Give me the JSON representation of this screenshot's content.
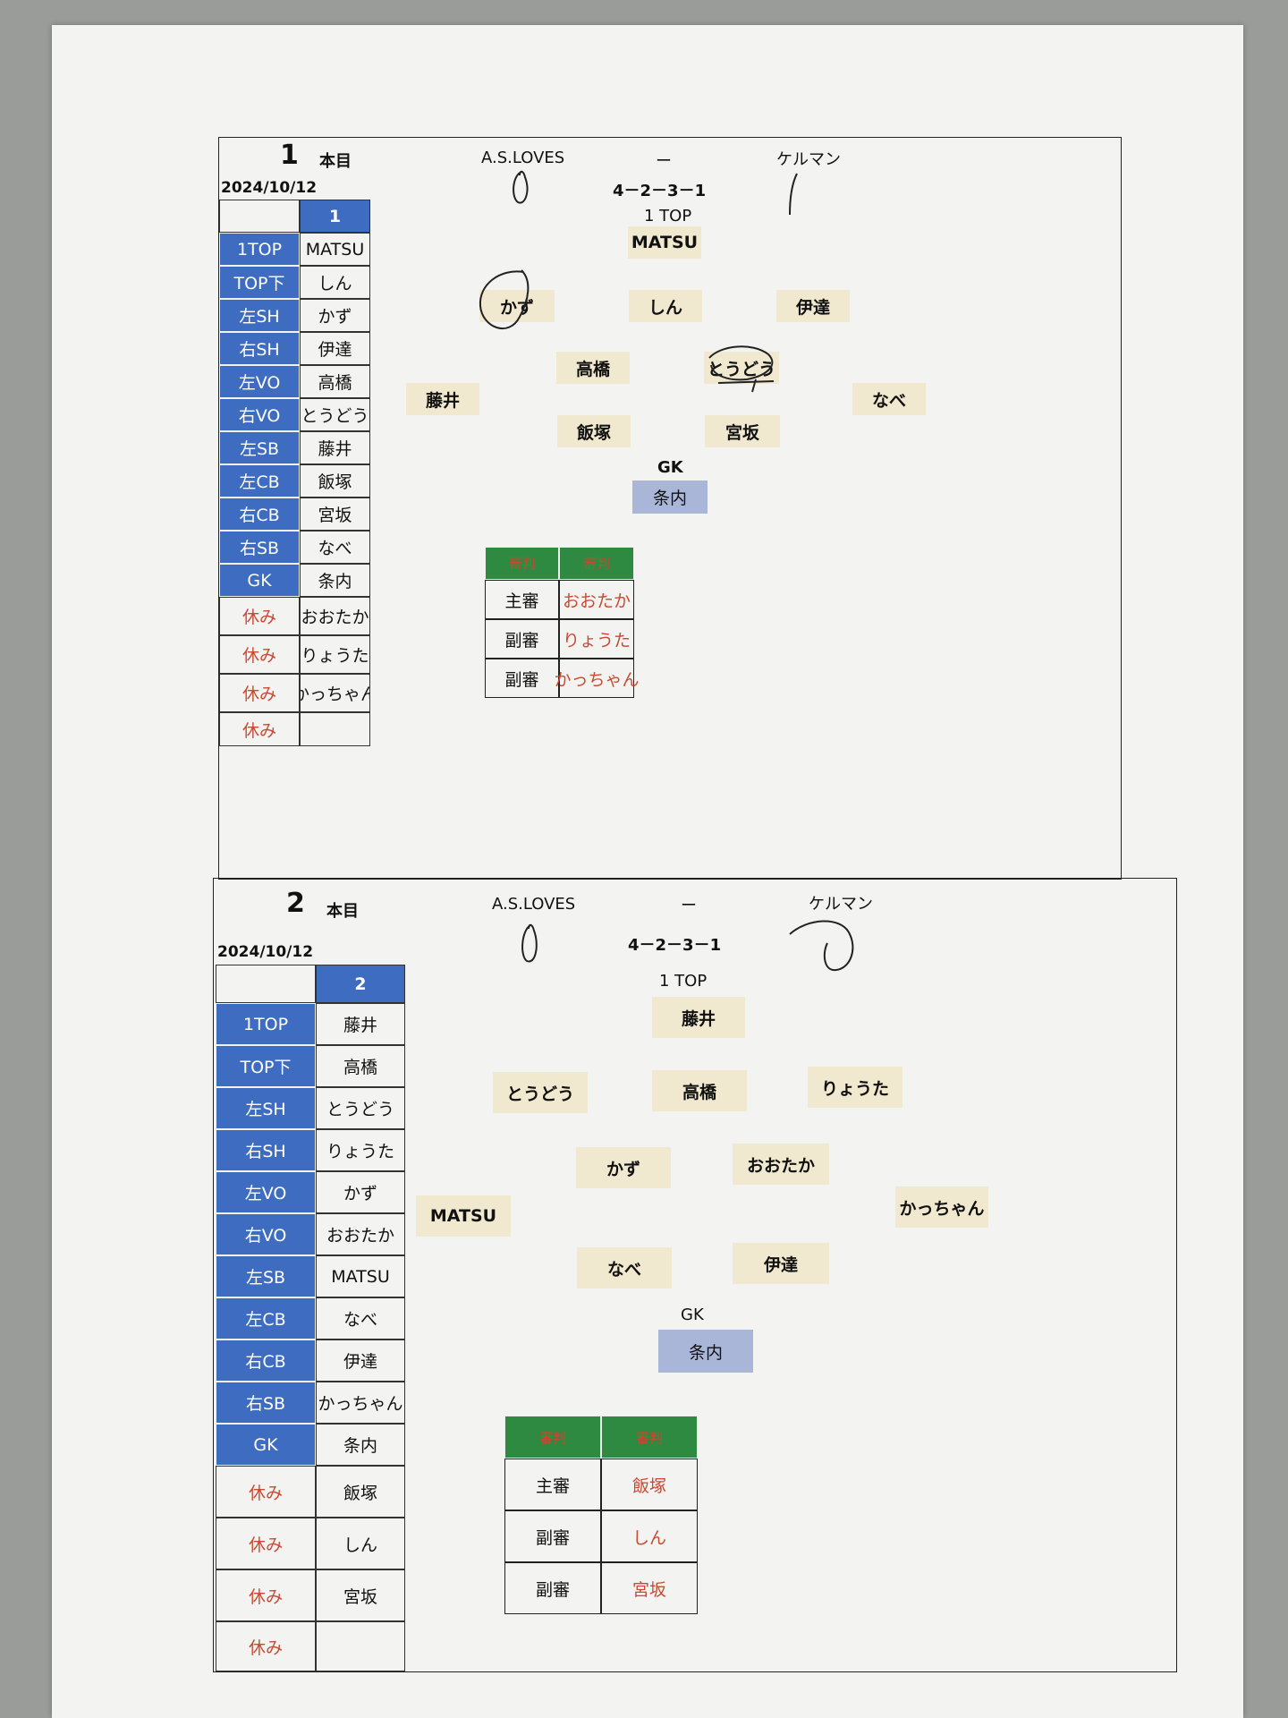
{
  "games": [
    {
      "number": "1",
      "label": "本目",
      "date": "2024/10/12",
      "home": "A.S.LOVES",
      "dash": "ー",
      "away": "ケルマン",
      "formation": "4－2－3－1",
      "top_label": "1 TOP",
      "gk_label": "GK",
      "table_header": "1",
      "lineup": [
        {
          "pos": "1TOP",
          "name": "MATSU"
        },
        {
          "pos": "TOP下",
          "name": "しん"
        },
        {
          "pos": "左SH",
          "name": "かず"
        },
        {
          "pos": "右SH",
          "name": "伊達"
        },
        {
          "pos": "左VO",
          "name": "高橋"
        },
        {
          "pos": "右VO",
          "name": "とうどう"
        },
        {
          "pos": "左SB",
          "name": "藤井"
        },
        {
          "pos": "左CB",
          "name": "飯塚"
        },
        {
          "pos": "右CB",
          "name": "宮坂"
        },
        {
          "pos": "右SB",
          "name": "なべ"
        },
        {
          "pos": "GK",
          "name": "条内"
        }
      ],
      "rest": [
        {
          "label": "休み",
          "name": "おおたか"
        },
        {
          "label": "休み",
          "name": "りょうた"
        },
        {
          "label": "休み",
          "name": "かっちゃん"
        },
        {
          "label": "休み",
          "name": ""
        }
      ],
      "pitch": {
        "top": "MATSU",
        "lsh": "かず",
        "topsub": "しん",
        "rsh": "伊達",
        "lvo": "高橋",
        "rvo": "とうどう",
        "lsb": "藤井",
        "rsb": "なべ",
        "lcb": "飯塚",
        "rcb": "宮坂",
        "gk": "条内"
      },
      "referees": {
        "head": [
          "審判",
          "審判"
        ],
        "rows": [
          {
            "role": "主審",
            "name": "おおたか"
          },
          {
            "role": "副審",
            "name": "りょうた"
          },
          {
            "role": "副審",
            "name": "かっちゃん"
          }
        ]
      }
    },
    {
      "number": "2",
      "label": "本目",
      "date": "2024/10/12",
      "home": "A.S.LOVES",
      "dash": "ー",
      "away": "ケルマン",
      "formation": "4－2－3－1",
      "top_label": "1 TOP",
      "gk_label": "GK",
      "table_header": "2",
      "lineup": [
        {
          "pos": "1TOP",
          "name": "藤井"
        },
        {
          "pos": "TOP下",
          "name": "高橋"
        },
        {
          "pos": "左SH",
          "name": "とうどう"
        },
        {
          "pos": "右SH",
          "name": "りょうた"
        },
        {
          "pos": "左VO",
          "name": "かず"
        },
        {
          "pos": "右VO",
          "name": "おおたか"
        },
        {
          "pos": "左SB",
          "name": "MATSU"
        },
        {
          "pos": "左CB",
          "name": "なべ"
        },
        {
          "pos": "右CB",
          "name": "伊達"
        },
        {
          "pos": "右SB",
          "name": "かっちゃん"
        },
        {
          "pos": "GK",
          "name": "条内"
        }
      ],
      "rest": [
        {
          "label": "休み",
          "name": "飯塚"
        },
        {
          "label": "休み",
          "name": "しん"
        },
        {
          "label": "休み",
          "name": "宮坂"
        },
        {
          "label": "休み",
          "name": ""
        }
      ],
      "pitch": {
        "top": "藤井",
        "lsh": "とうどう",
        "topsub": "高橋",
        "rsh": "りょうた",
        "lvo": "かず",
        "rvo": "おおたか",
        "lsb": "MATSU",
        "rsb": "かっちゃん",
        "lcb": "なべ",
        "rcb": "伊達",
        "gk": "条内"
      },
      "referees": {
        "head": [
          "審判",
          "審判"
        ],
        "rows": [
          {
            "role": "主審",
            "name": "飯塚"
          },
          {
            "role": "副審",
            "name": "しん"
          },
          {
            "role": "副審",
            "name": "宮坂"
          }
        ]
      }
    }
  ],
  "colors": {
    "position_cell": "#3d6cc0",
    "name_chip": "#f1e9cf",
    "gk_chip": "#a9b6d8",
    "referee_header": "#2e8a40",
    "rest_text": "#c84a32"
  }
}
